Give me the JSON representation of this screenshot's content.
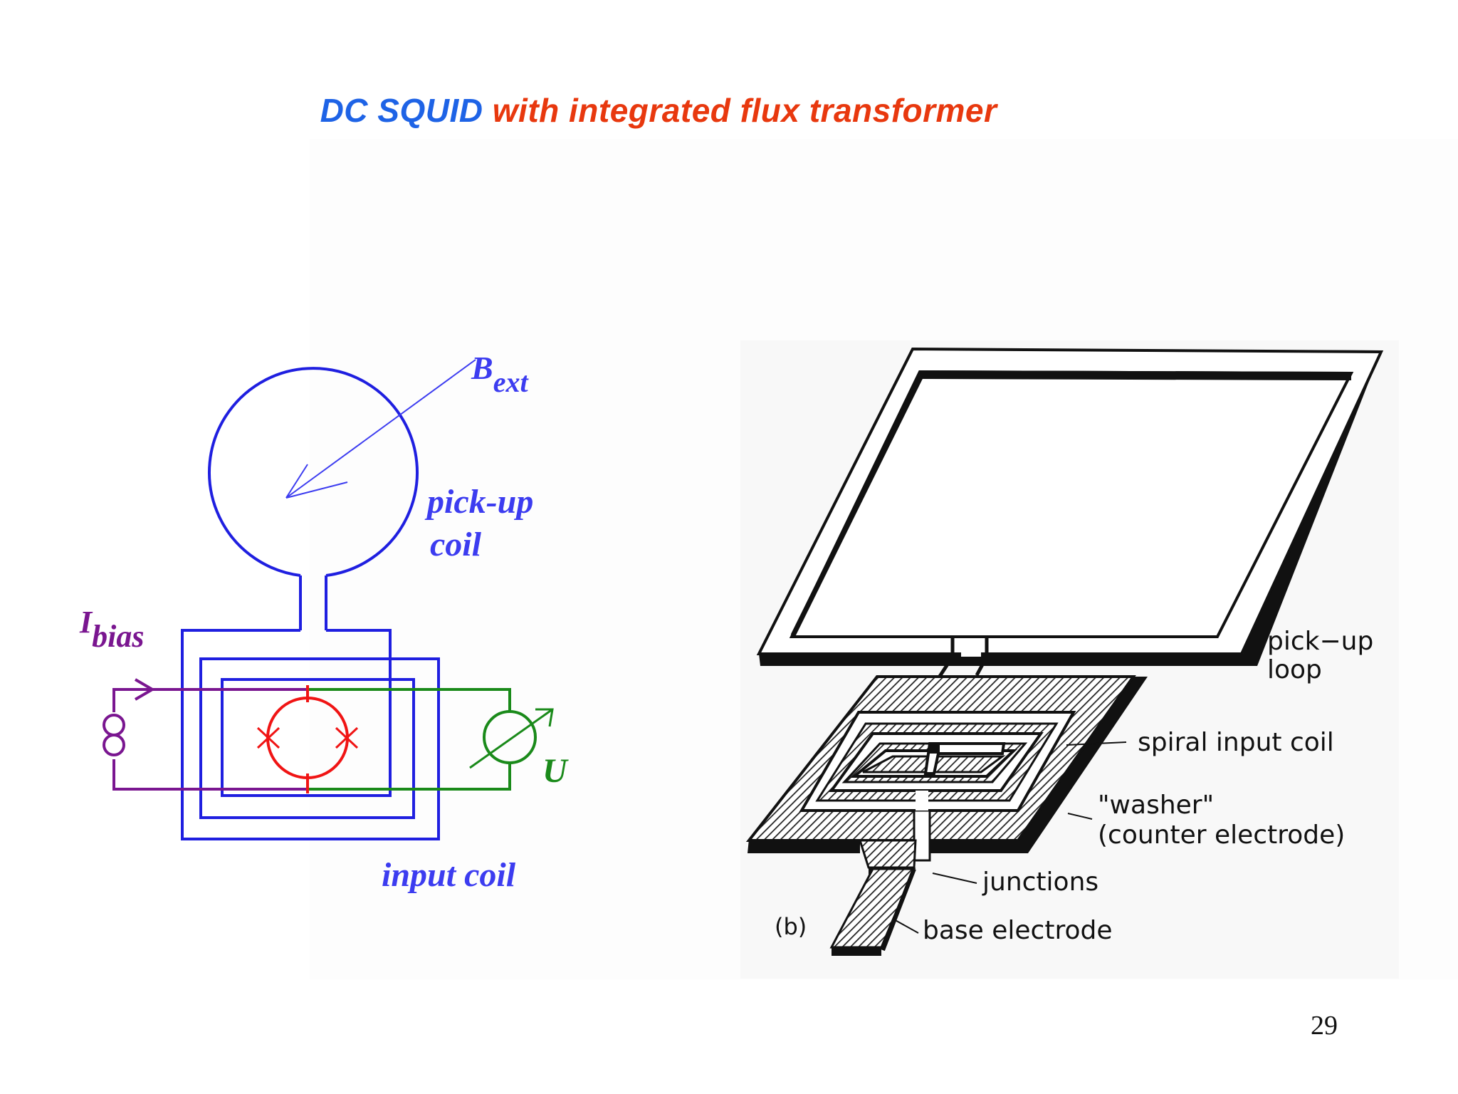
{
  "title": {
    "part1": "DC SQUID",
    "part2": "with integrated flux transformer"
  },
  "schematic": {
    "b_ext_main": "B",
    "b_ext_sub": "ext",
    "pickup_line1": "pick-up",
    "pickup_line2": "coil",
    "ibias_main": "I",
    "ibias_sub": "bias",
    "u_label": "U",
    "input_coil_label": "input coil"
  },
  "device": {
    "pickup_loop_line1": "pick−up",
    "pickup_loop_line2": "loop",
    "spiral_input_coil": "spiral  input  coil",
    "washer_line1": "\"washer\"",
    "washer_line2": "(counter  electrode)",
    "junctions": "junctions",
    "panel_tag": "(b)",
    "base_electrode": "base  electrode"
  },
  "page_number": "29",
  "colors": {
    "title_blue": "#1e63e6",
    "title_red": "#e8380e",
    "coil_blue": "#1f1fe0",
    "squid_red": "#f01414",
    "bias_purple": "#7a1690",
    "voltmeter_green": "#1a8a1a"
  }
}
